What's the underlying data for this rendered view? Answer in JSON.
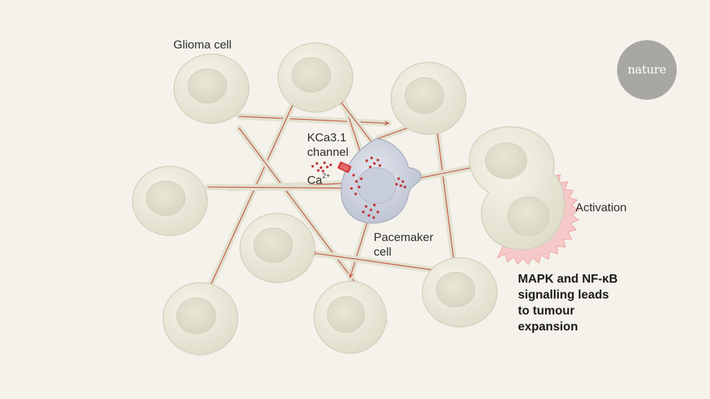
{
  "labels": {
    "glioma_cell": "Glioma cell",
    "kca_line1": "KCa3.1",
    "kca_line2": "channel",
    "calcium": "Ca",
    "calcium_superscript": "2+",
    "activation": "Activation",
    "pacemaker_line1": "Pacemaker",
    "pacemaker_line2": "cell",
    "outcome_line1": "MAPK and NF-κB",
    "outcome_line2": "signalling leads",
    "outcome_line3": "to tumour",
    "outcome_line4": "expansion"
  },
  "logo": {
    "text": "nature"
  },
  "colors": {
    "background": "#f4f2eb",
    "glioma_cell": "#e9e8d9",
    "pacemaker_cell": "#c8ccd8",
    "signal_arrow": "#c84a3a",
    "channel": "#d23c3c",
    "activation_halo": "#f3b3b3",
    "logo_circle": "#a9a7a3"
  },
  "icons": [
    "kca3.1-channel-icon",
    "calcium-particles-icon",
    "signal-arrow-icon",
    "activation-burst-icon"
  ]
}
